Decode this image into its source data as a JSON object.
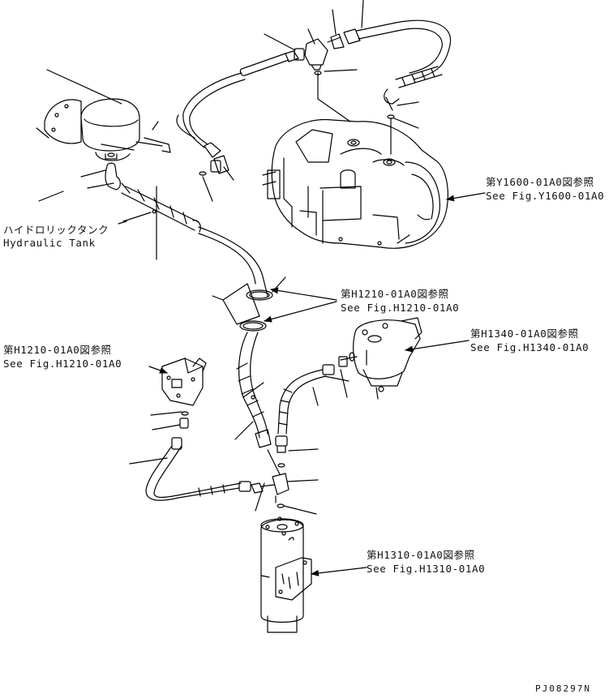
{
  "callouts": {
    "hydraulic_tank": {
      "jp": "ハイドロリックタンク",
      "en": "Hydraulic Tank"
    },
    "ref_y1600": {
      "jp": "第Y1600-01A0図参照",
      "en": "See Fig.Y1600-01A0"
    },
    "ref_h1210_upper": {
      "jp": "第H1210-01A0図参照",
      "en": "See Fig.H1210-01A0"
    },
    "ref_h1210_left": {
      "jp": "第H1210-01A0図参照",
      "en": "See Fig.H1210-01A0"
    },
    "ref_h1340": {
      "jp": "第H1340-01A0図参照",
      "en": "See Fig.H1340-01A0"
    },
    "ref_h1310": {
      "jp": "第H1310-01A0図参照",
      "en": "See Fig.H1310-01A0"
    }
  },
  "drawing_code": "PJ08297N",
  "colors": {
    "line": "#000000",
    "background": "#ffffff"
  }
}
